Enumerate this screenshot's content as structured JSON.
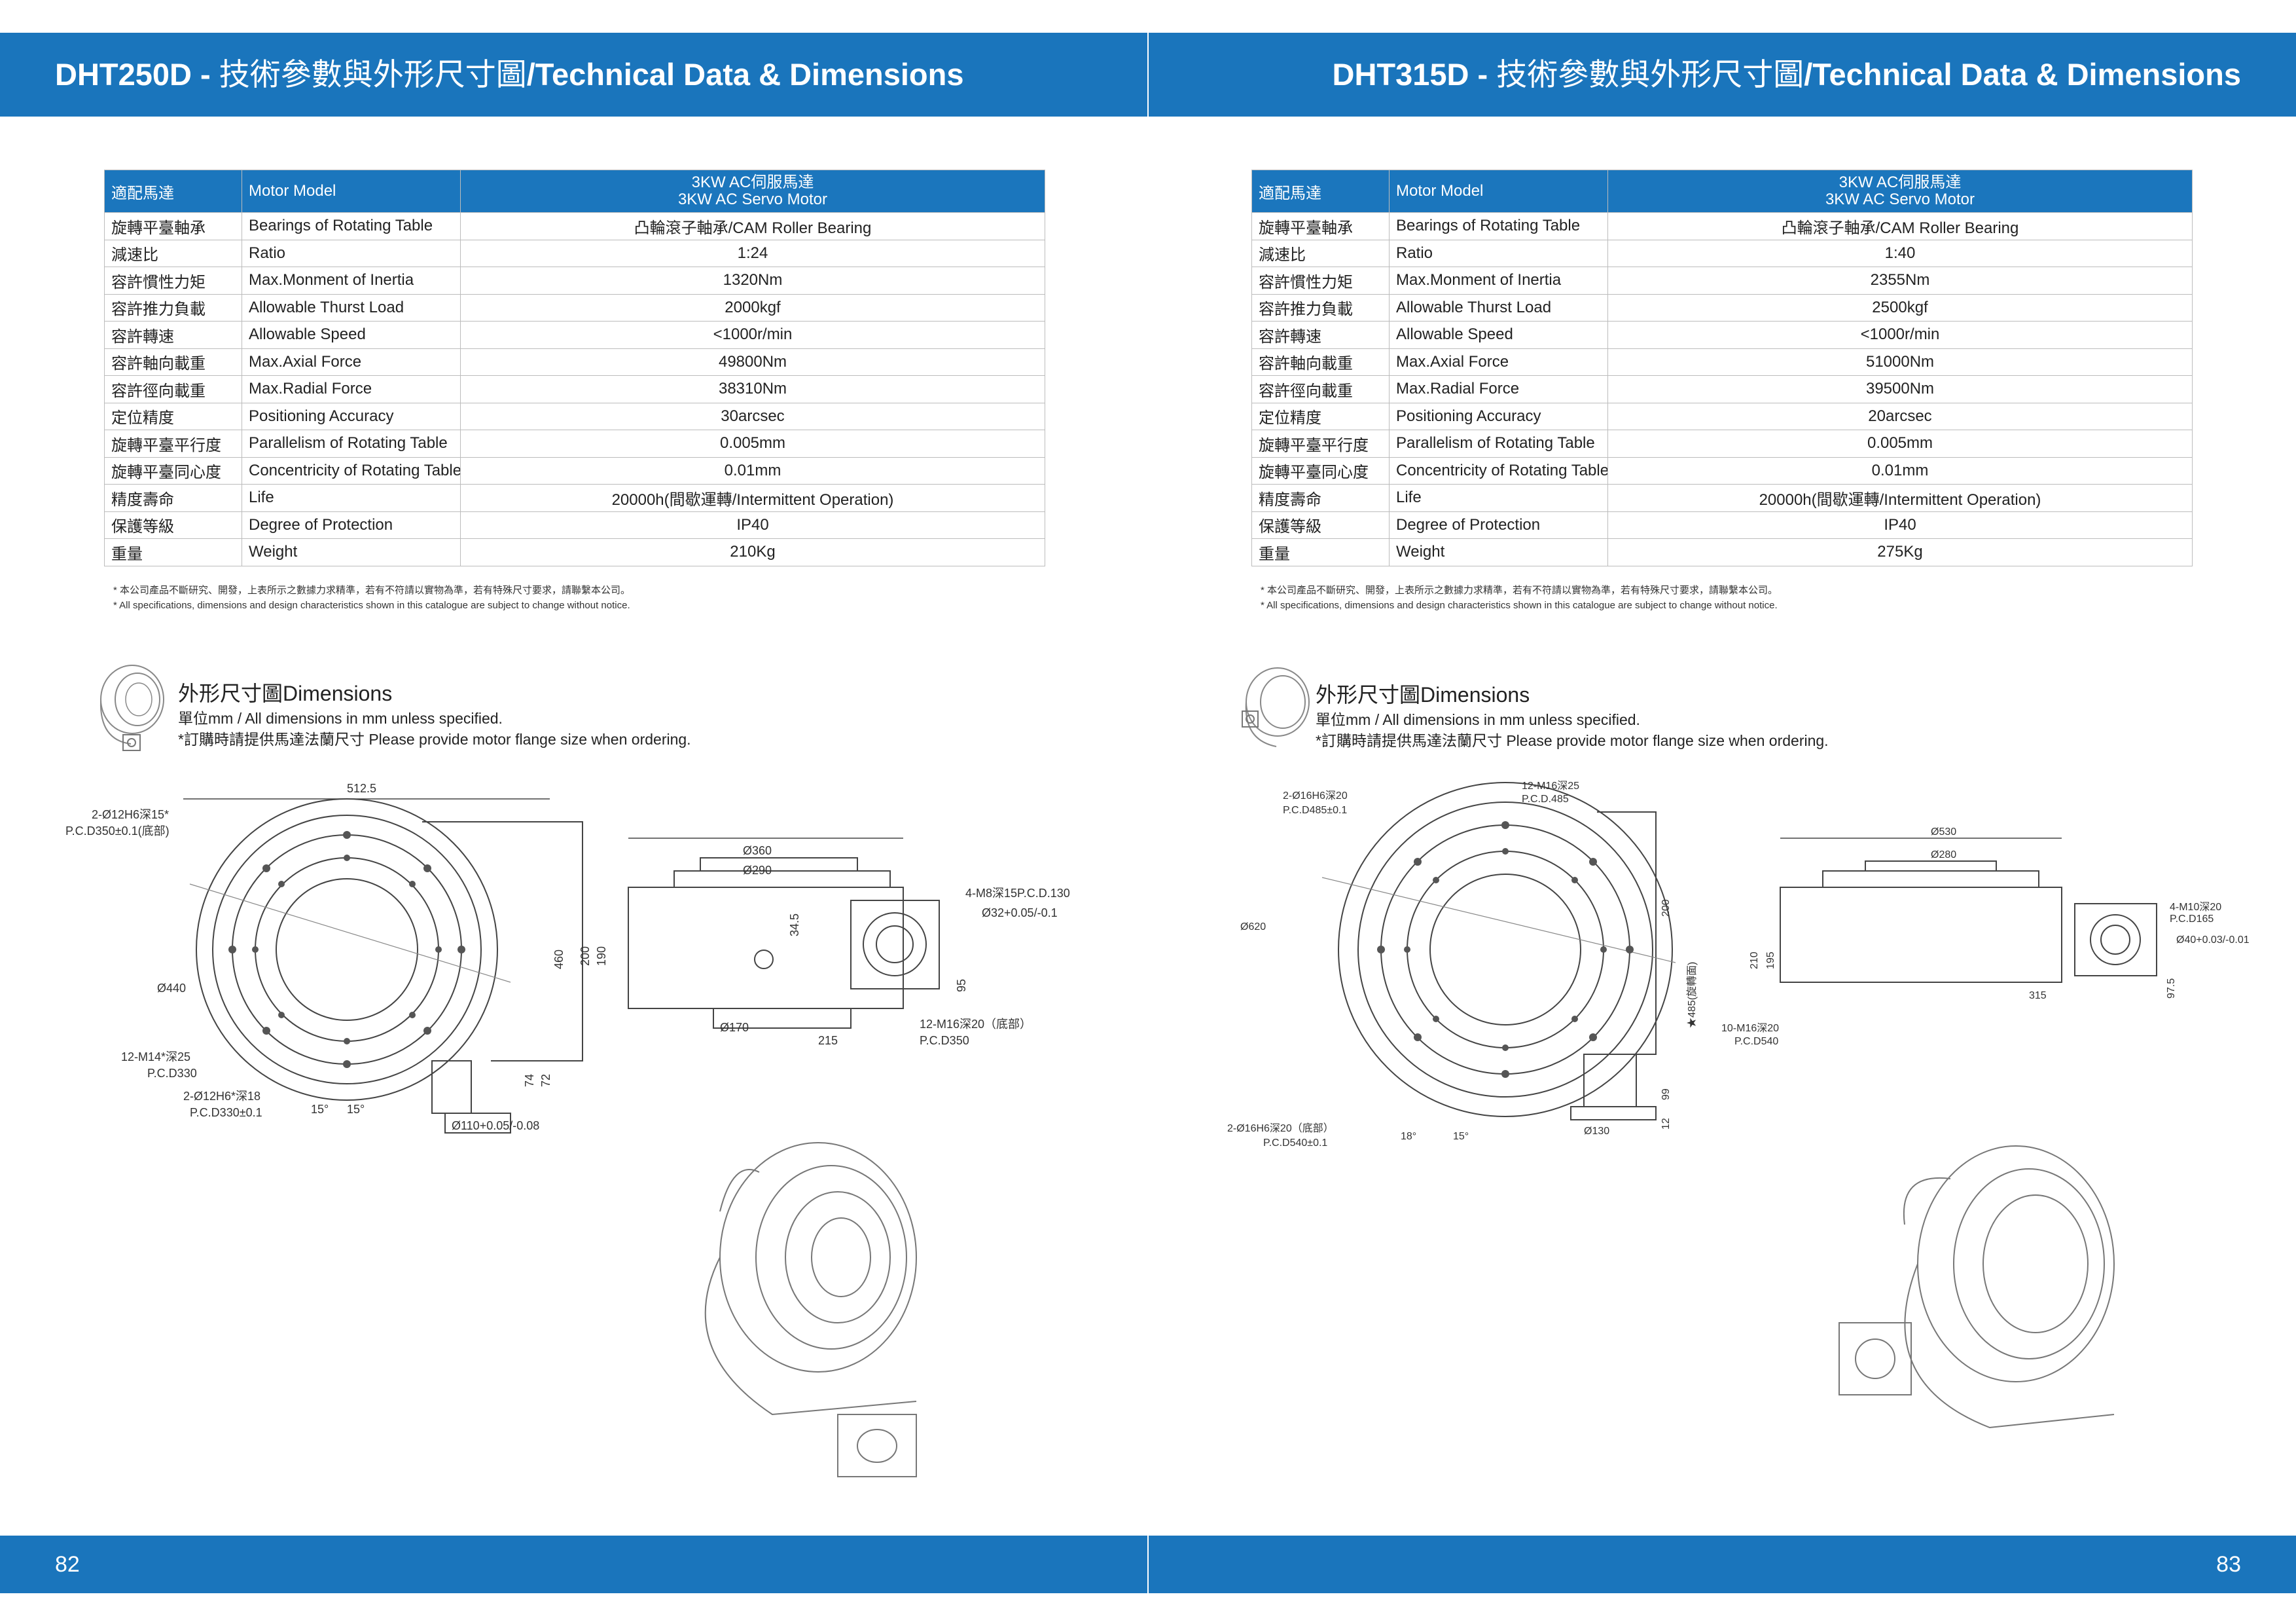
{
  "left_page": {
    "title_model": "DHT250D - ",
    "title_cn": "技術參數與外形尺寸圖",
    "title_en": "/Technical Data & Dimensions",
    "page_number": "82",
    "table": {
      "header": {
        "cn": "適配馬達",
        "en": "Motor Model",
        "value_cn": "3KW AC伺服馬達",
        "value_en": "3KW AC Servo Motor"
      },
      "rows": [
        {
          "cn": "旋轉平臺軸承",
          "en": "Bearings of Rotating Table",
          "value": "凸輪滾子軸承/CAM Roller Bearing"
        },
        {
          "cn": "減速比",
          "en": "Ratio",
          "value": "1:24"
        },
        {
          "cn": "容許慣性力矩",
          "en": "Max.Monment of Inertia",
          "value": "1320Nm"
        },
        {
          "cn": "容許推力負載",
          "en": "Allowable Thurst Load",
          "value": "2000kgf"
        },
        {
          "cn": "容許轉速",
          "en": "Allowable Speed",
          "value": "<1000r/min"
        },
        {
          "cn": "容許軸向載重",
          "en": "Max.Axial Force",
          "value": "49800Nm"
        },
        {
          "cn": "容許徑向載重",
          "en": "Max.Radial Force",
          "value": "38310Nm"
        },
        {
          "cn": "定位精度",
          "en": "Positioning Accuracy",
          "value": "30arcsec"
        },
        {
          "cn": "旋轉平臺平行度",
          "en": "Parallelism of Rotating Table",
          "value": "0.005mm"
        },
        {
          "cn": "旋轉平臺同心度",
          "en": "Concentricity of Rotating Table",
          "value": "0.01mm"
        },
        {
          "cn": "精度壽命",
          "en": "Life",
          "value": "20000h(間歇運轉/Intermittent Operation)"
        },
        {
          "cn": "保護等級",
          "en": "Degree of Protection",
          "value": "IP40"
        },
        {
          "cn": "重量",
          "en": "Weight",
          "value": "210Kg"
        }
      ]
    },
    "drawing_labels": {
      "width": "512.5",
      "bolt1": "2-Ø12H6深15*",
      "pcd1": "P.C.D350±0.1(底部)",
      "dia440": "Ø440",
      "bolt2": "12-M14*深25",
      "pcd2": "P.C.D330",
      "bolt3": "2-Ø12H6*深18",
      "pcd3": "P.C.D330±0.1",
      "ang1": "15°",
      "ang2": "15°",
      "d110": "Ø110+0.05/-0.08",
      "h460": "460",
      "h200": "200",
      "h190": "190",
      "h74": "74",
      "h72": "72",
      "d360": "Ø360",
      "d290": "Ø290",
      "d170": "Ø170",
      "l215": "215",
      "h34": "34.5",
      "h95": "95",
      "mount1": "4-M8深15P.C.D.130",
      "d32": "Ø32+0.05/-0.1",
      "bolt4": "12-M16深20（底部）",
      "pcd4": "P.C.D350"
    }
  },
  "right_page": {
    "title_model": "DHT315D - ",
    "title_cn": "技術參數與外形尺寸圖",
    "title_en": "/Technical Data & Dimensions",
    "page_number": "83",
    "table": {
      "header": {
        "cn": "適配馬達",
        "en": "Motor Model",
        "value_cn": "3KW AC伺服馬達",
        "value_en": "3KW AC Servo Motor"
      },
      "rows": [
        {
          "cn": "旋轉平臺軸承",
          "en": "Bearings of Rotating Table",
          "value": "凸輪滾子軸承/CAM Roller Bearing"
        },
        {
          "cn": "減速比",
          "en": "Ratio",
          "value": "1:40"
        },
        {
          "cn": "容許慣性力矩",
          "en": "Max.Monment of Inertia",
          "value": "2355Nm"
        },
        {
          "cn": "容許推力負載",
          "en": "Allowable Thurst Load",
          "value": "2500kgf"
        },
        {
          "cn": "容許轉速",
          "en": "Allowable Speed",
          "value": "<1000r/min"
        },
        {
          "cn": "容許軸向載重",
          "en": "Max.Axial Force",
          "value": "51000Nm"
        },
        {
          "cn": "容許徑向載重",
          "en": "Max.Radial Force",
          "value": "39500Nm"
        },
        {
          "cn": "定位精度",
          "en": "Positioning Accuracy",
          "value": "20arcsec"
        },
        {
          "cn": "旋轉平臺平行度",
          "en": "Parallelism of Rotating Table",
          "value": "0.005mm"
        },
        {
          "cn": "旋轉平臺同心度",
          "en": "Concentricity of Rotating Table",
          "value": "0.01mm"
        },
        {
          "cn": "精度壽命",
          "en": "Life",
          "value": "20000h(間歇運轉/Intermittent Operation)"
        },
        {
          "cn": "保護等級",
          "en": "Degree of Protection",
          "value": "IP40"
        },
        {
          "cn": "重量",
          "en": "Weight",
          "value": "275Kg"
        }
      ]
    },
    "drawing_labels": {
      "bolt1": "2-Ø16H6深20",
      "pcd1": "P.C.D485±0.1",
      "bolt2": "12-M16深25",
      "pcd2": "P.C.D.485",
      "dia620": "Ø620",
      "h200": "200",
      "h485": "★485(旋轉面)",
      "h99": "99",
      "h12": "12",
      "d130": "Ø130",
      "bolt3": "2-Ø16H6深20（底部）",
      "pcd3": "P.C.D540±0.1",
      "ang1": "18°",
      "ang2": "15°",
      "d530": "Ø530",
      "d280": "Ø280",
      "h210": "210",
      "h195": "195",
      "l315": "315",
      "h97": "97.5",
      "bolt4": "10-M16深20",
      "pcd4": "P.C.D540",
      "mount1": "4-M10深20",
      "pcd5": "P.C.D165",
      "d40": "Ø40+0.03/-0.01"
    }
  },
  "notes": {
    "line_cn": "* 本公司產品不斷研究、開發，上表所示之數據力求精準，若有不符請以實物為準，若有特殊尺寸要求，請聯繫本公司。",
    "line_en": "* All specifications, dimensions and design characteristics shown in this catalogue are subject to change without notice."
  },
  "dimensions_section": {
    "title_cn": "外形尺寸圖",
    "title_en": "Dimensions",
    "line1": "單位mm / All dimensions in mm unless specified.",
    "line2": "*訂購時請提供馬達法蘭尺寸 Please provide motor flange size when ordering."
  },
  "colors": {
    "brand_blue": "#1a75bc",
    "table_header": "#1b76bd"
  }
}
